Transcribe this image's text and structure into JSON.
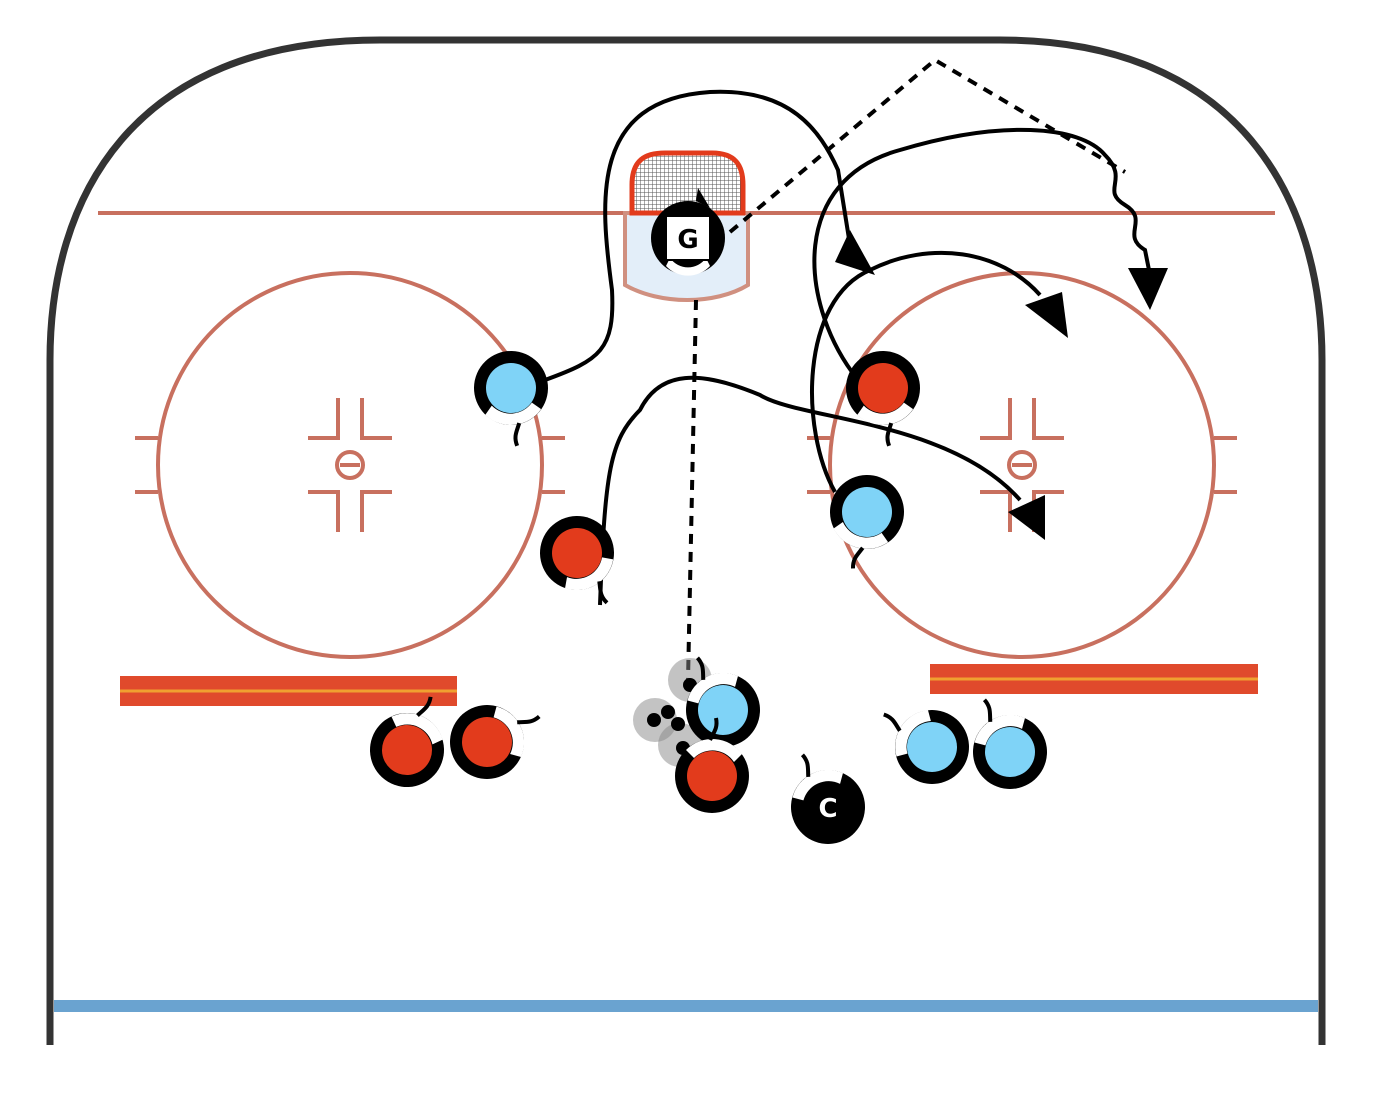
{
  "diagram": {
    "title": "",
    "colors": {
      "boards": "#333333",
      "red_line": "#c8705f",
      "blue_line": "#6aa3d0",
      "team_red": "#e23b1c",
      "team_blue": "#7fd3f7",
      "crease": "#e3eef9",
      "bench": "#e04a2c"
    },
    "goalie_label": "G",
    "coach_label": "C",
    "players": [
      {
        "team": "blue",
        "role": "skater"
      },
      {
        "team": "red",
        "role": "skater"
      },
      {
        "team": "red",
        "role": "skater"
      },
      {
        "team": "blue",
        "role": "skater"
      },
      {
        "team": "red",
        "role": "waiting"
      },
      {
        "team": "red",
        "role": "waiting"
      },
      {
        "team": "blue",
        "role": "waiting"
      },
      {
        "team": "red",
        "role": "waiting"
      },
      {
        "team": "blue",
        "role": "waiting"
      },
      {
        "team": "blue",
        "role": "waiting"
      }
    ]
  }
}
